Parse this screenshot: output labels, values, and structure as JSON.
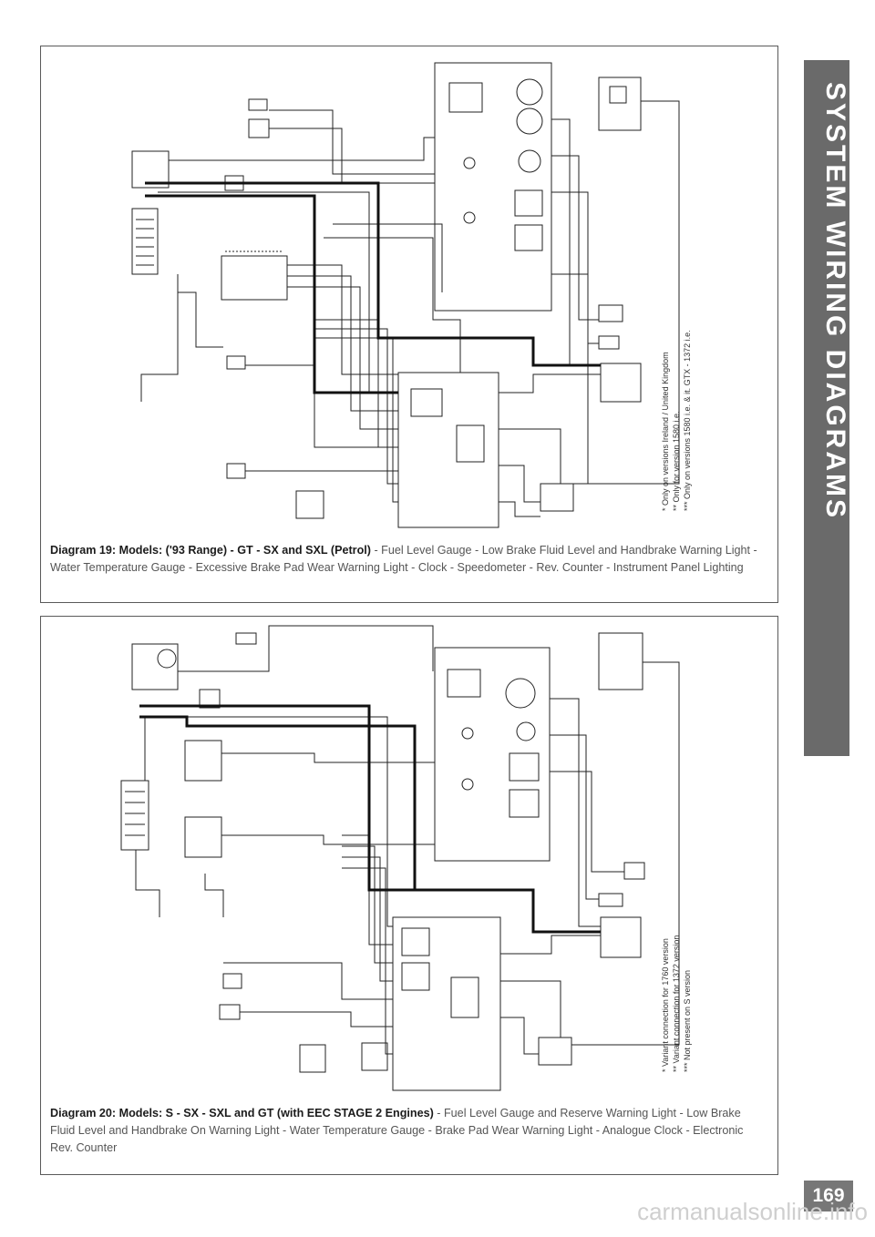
{
  "sidebar": {
    "title": "SYSTEM WIRING DIAGRAMS"
  },
  "diagram19": {
    "caption_bold": "Diagram 19: Models: ('93 Range) - GT - SX and SXL (Petrol)",
    "caption_rest": " - Fuel Level Gauge - Low Brake Fluid Level and Handbrake Warning Light - Water Temperature Gauge - Excessive Brake Pad Wear Warning Light - Clock - Speedometer - Rev. Counter - Instrument Panel Lighting",
    "notes": [
      "* Only on versions Ireland / United Kingdom",
      "** Only for version 1580 i.e.",
      "*** Only on versions 1580 i.e. & it. GTX - 1372 i.e."
    ]
  },
  "diagram20": {
    "caption_bold": "Diagram 20: Models: S - SX - SXL and GT (with EEC STAGE 2 Engines)",
    "caption_rest": " - Fuel Level Gauge and Reserve Warning Light - Low Brake Fluid Level and Handbrake On Warning Light - Water Temperature Gauge - Brake Pad Wear Warning Light - Analogue Clock - Electronic Rev. Counter",
    "notes": [
      "* Variant connection for 1760 version",
      "** Variant connection for 1372 version",
      "*** Not present on S version"
    ]
  },
  "page_number": "169",
  "watermark": "carmanualsonline.info"
}
